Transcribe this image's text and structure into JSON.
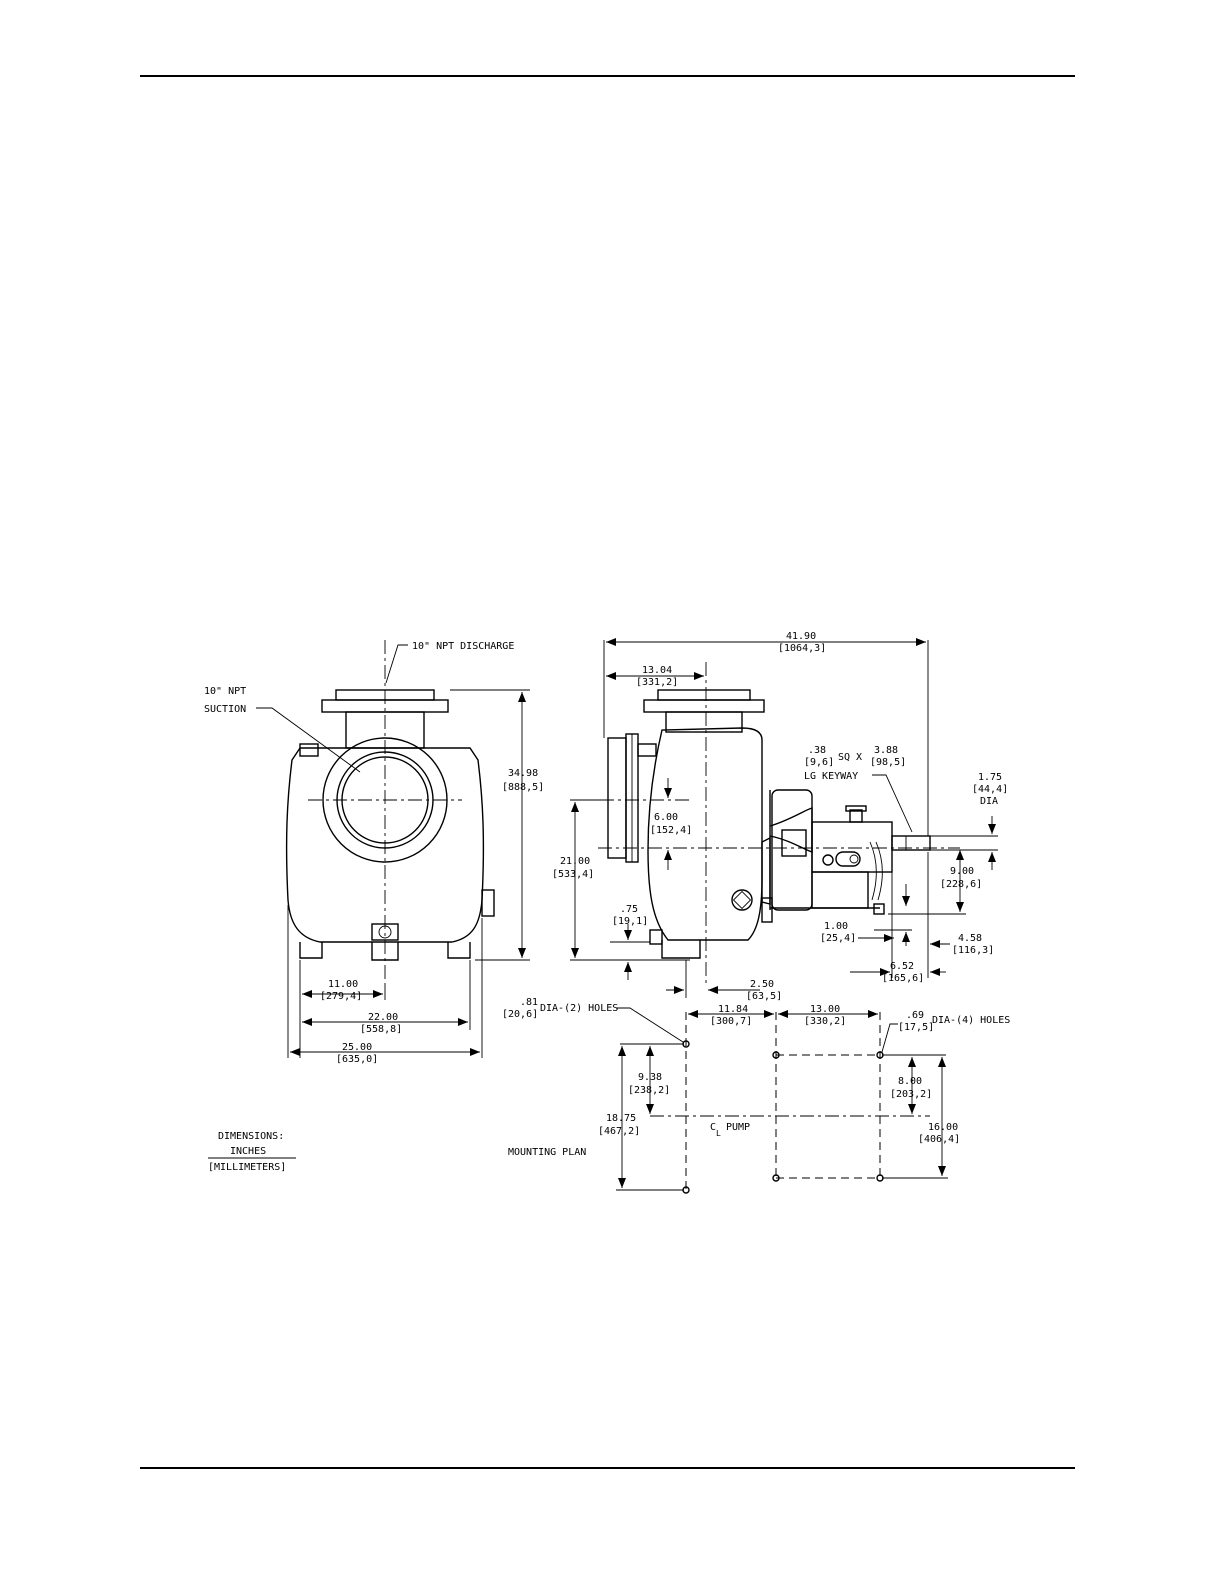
{
  "labels": {
    "discharge": "10\" NPT DISCHARGE",
    "suction_1": "10\" NPT",
    "suction_2": "SUCTION",
    "keyway_1": "SQ X",
    "keyway_2": "LG KEYWAY",
    "keyway_w_in": ".38",
    "keyway_w_mm": "[9,6]",
    "keyway_l_in": "3.88",
    "keyway_l_mm": "[98,5]",
    "shaft_dia_in": "1.75",
    "shaft_dia_mm": "[44,4]",
    "shaft_dia_label": "DIA",
    "holes2_label": "DIA-(2) HOLES",
    "holes4_label": "DIA-(4) HOLES",
    "cl_pump": "PUMP",
    "cl_symbol": "C",
    "cl_sub": "L",
    "mounting_plan": "MOUNTING PLAN",
    "units_title": "DIMENSIONS:",
    "units_in": "INCHES",
    "units_mm": "[MILLIMETERS]"
  },
  "dims": {
    "d4190": {
      "in": "41.90",
      "mm": "[1064,3]"
    },
    "d1304": {
      "in": "13.04",
      "mm": "[331,2]"
    },
    "d3498": {
      "in": "34.98",
      "mm": "[888,5]"
    },
    "d2100": {
      "in": "21.00",
      "mm": "[533,4]"
    },
    "d600": {
      "in": "6.00",
      "mm": "[152,4]"
    },
    "d075": {
      "in": ".75",
      "mm": "[19,1]"
    },
    "d900": {
      "in": "9.00",
      "mm": "[228,6]"
    },
    "d100": {
      "in": "1.00",
      "mm": "[25,4]"
    },
    "d458": {
      "in": "4.58",
      "mm": "[116,3]"
    },
    "d652": {
      "in": "6.52",
      "mm": "[165,6]"
    },
    "d250": {
      "in": "2.50",
      "mm": "[63,5]"
    },
    "d1100": {
      "in": "11.00",
      "mm": "[279,4]"
    },
    "d2200": {
      "in": "22.00",
      "mm": "[558,8]"
    },
    "d2500": {
      "in": "25.00",
      "mm": "[635,0]"
    },
    "d081": {
      "in": ".81",
      "mm": "[20,6]"
    },
    "d1184": {
      "in": "11.84",
      "mm": "[300,7]"
    },
    "d1300": {
      "in": "13.00",
      "mm": "[330,2]"
    },
    "d069": {
      "in": ".69",
      "mm": "[17,5]"
    },
    "d938": {
      "in": "9.38",
      "mm": "[238,2]"
    },
    "d1875": {
      "in": "18.75",
      "mm": "[467,2]"
    },
    "d800": {
      "in": "8.00",
      "mm": "[203,2]"
    },
    "d1600": {
      "in": "16.00",
      "mm": "[406,4]"
    }
  }
}
